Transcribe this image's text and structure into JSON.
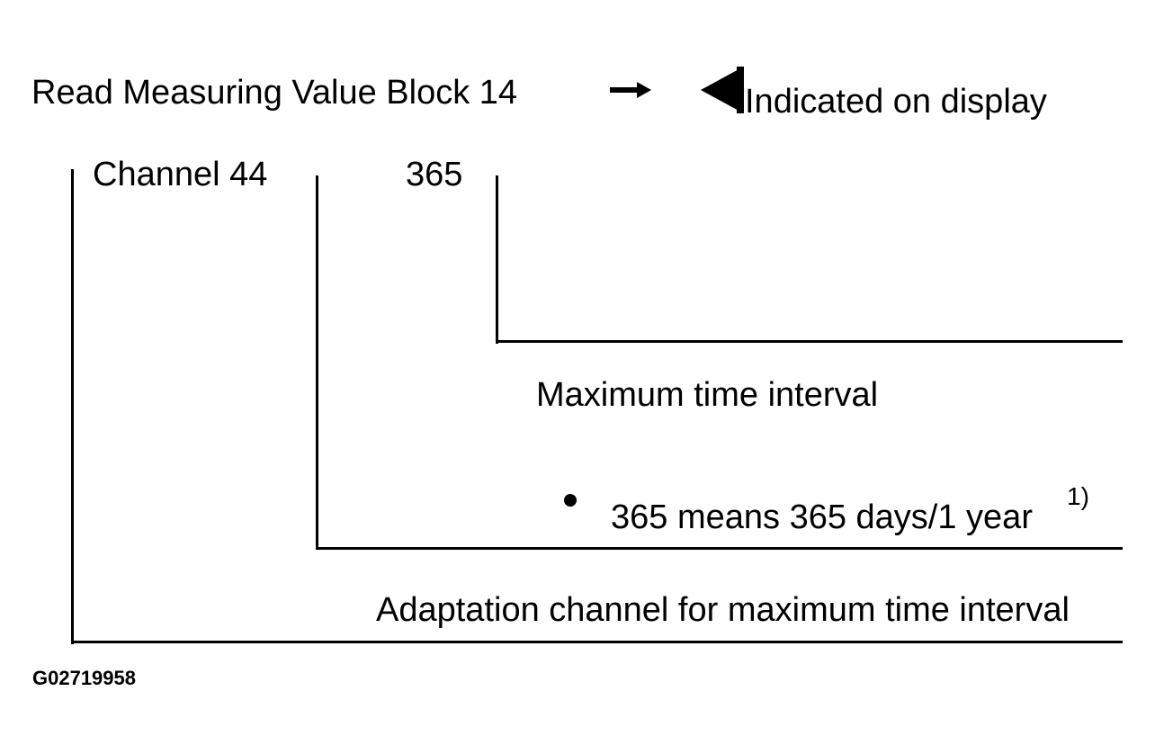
{
  "header": {
    "title": "Read Measuring Value Block 14",
    "arrow_icon": "right-arrow-icon",
    "indicator_icon": "left-triangle-icon",
    "display_label": "Indicated on display"
  },
  "display": {
    "channel": "Channel 44",
    "value": "365"
  },
  "annotations": {
    "value_meaning": "Maximum time interval",
    "bullet_note": "365 means 365 days/1 year",
    "footnote_marker": "1)",
    "channel_meaning": "Adaptation channel for maximum time interval"
  },
  "figure": {
    "id": "G02719958"
  }
}
